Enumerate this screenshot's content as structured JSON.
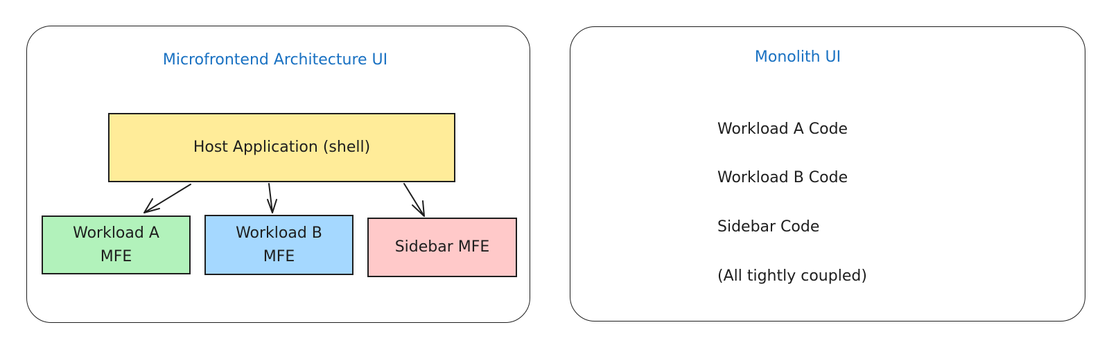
{
  "microfrontend": {
    "title": "Microfrontend Architecture UI",
    "host": "Host Application (shell)",
    "children": [
      {
        "label": "Workload A MFE",
        "color": "#b2f2bb"
      },
      {
        "label": "Workload B MFE",
        "color": "#a5d8ff"
      },
      {
        "label": "Sidebar MFE",
        "color": "#ffc9c9"
      }
    ],
    "host_color": "#ffec99"
  },
  "monolith": {
    "title": "Monolith UI",
    "lines": [
      "Workload A Code",
      "Workload B Code",
      "Sidebar Code",
      "(All tightly coupled)"
    ]
  },
  "colors": {
    "title": "#1971c2",
    "stroke": "#1e1e1e"
  }
}
